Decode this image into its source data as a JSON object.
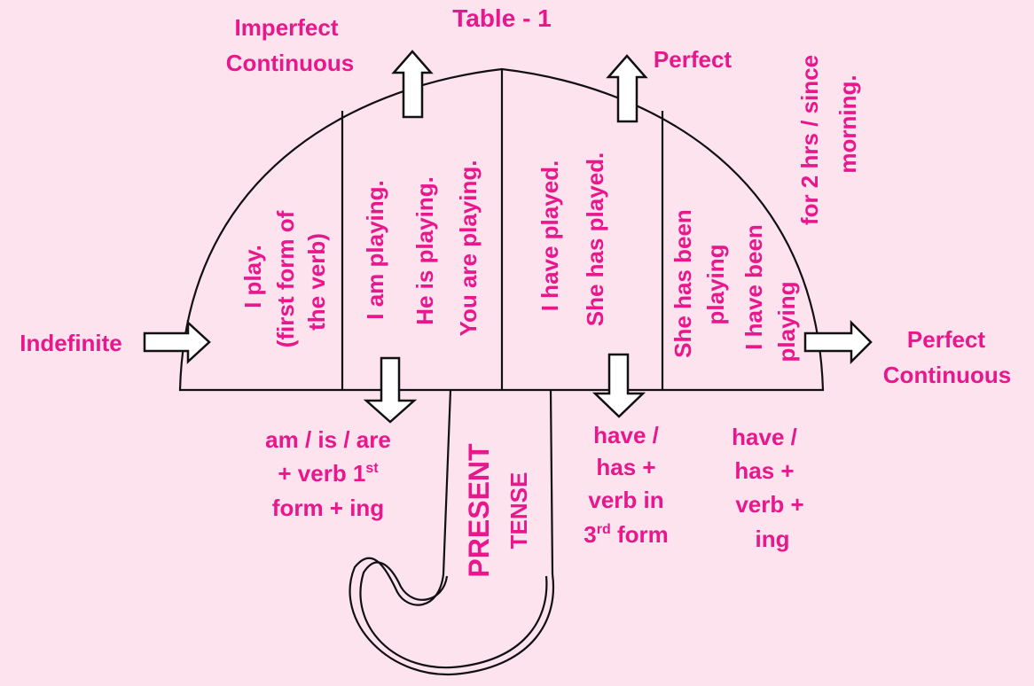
{
  "title": "Table - 1",
  "colors": {
    "text": "#e8178c",
    "background": "#fde3ee",
    "outline": "#111111",
    "arrow_fill": "#ffffff"
  },
  "labels": {
    "imperfect_continuous": [
      "Imperfect",
      "Continuous"
    ],
    "perfect": "Perfect",
    "indefinite": "Indefinite",
    "perfect_continuous": [
      "Perfect",
      "Continuous"
    ],
    "duration": [
      "for 2 hrs / since",
      "morning."
    ]
  },
  "sections": {
    "indefinite": [
      "I play.",
      "(first form of",
      "the verb)"
    ],
    "continuous": [
      "I am playing.",
      "He is playing.",
      "You are playing."
    ],
    "perfect": [
      "I have played.",
      "She has played."
    ],
    "perfect_continuous": [
      "She has been",
      "playing",
      "I have been",
      "playing"
    ]
  },
  "formulas": {
    "continuous": {
      "line1": "am / is / are",
      "line2": "+ verb 1",
      "sup": "st",
      "line3": "form + ing"
    },
    "perfect": {
      "line1": "have /",
      "line2": "has +",
      "line3": "verb in",
      "line4_sup": "rd",
      "line4_pre": "3",
      "line4_post": " form"
    },
    "perfect_continuous": [
      "have /",
      "has +",
      "verb +",
      "ing"
    ]
  },
  "handle": {
    "word1": "PRESENT",
    "word2": "TENSE"
  }
}
